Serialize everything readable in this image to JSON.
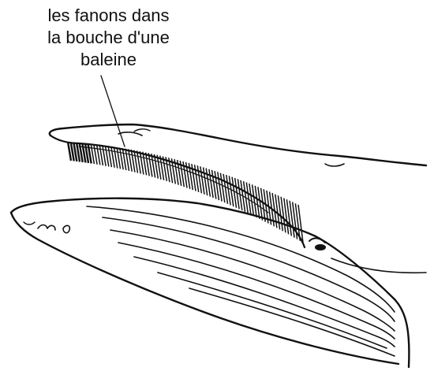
{
  "caption": {
    "line1": "les fanons dans",
    "line2": "la bouche d'une",
    "line3": "baleine"
  },
  "colors": {
    "ink": "#111111",
    "background": "#ffffff"
  }
}
